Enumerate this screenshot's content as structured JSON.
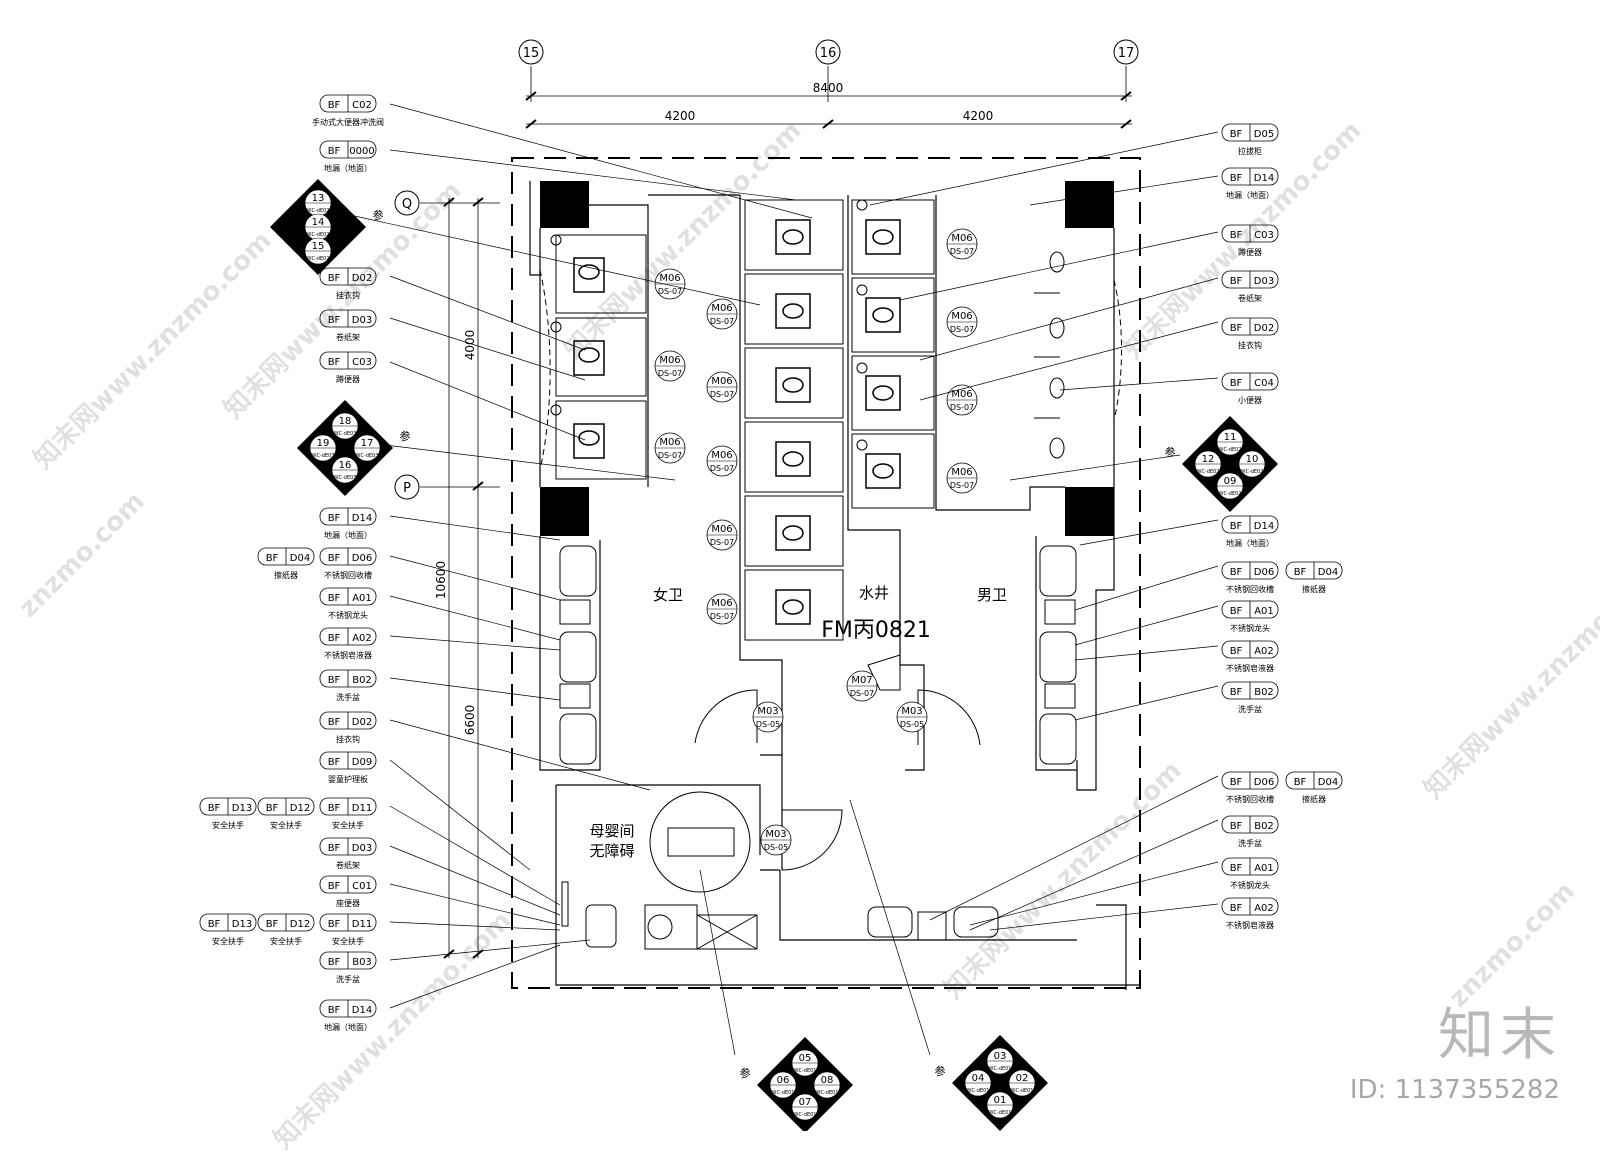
{
  "grid": {
    "axes": [
      "15",
      "16",
      "17"
    ],
    "rows": [
      "Q",
      "P"
    ],
    "dim_total": "8400",
    "dim_left": "4200",
    "dim_right": "4200",
    "dim_v_upper": "4000",
    "dim_v_lower": "6600",
    "dim_v_total": "10600"
  },
  "rooms": {
    "women": "女卫",
    "men": "男卫",
    "shaft": "水井",
    "mother_line1": "母婴间",
    "mother_line2": "无障碍",
    "door_code": "FM丙0821"
  },
  "door_marks": {
    "m06": "M06",
    "ds07": "DS-07",
    "m07": "M07",
    "m03": "M03",
    "ds05": "DS-05"
  },
  "callout_prefix": "BF",
  "left_callouts": [
    {
      "code": "C02",
      "label": "手动式大便器冲洗阀"
    },
    {
      "code": "0000",
      "label": "地漏（地面）"
    },
    {
      "code": "D02",
      "label": "挂衣钩"
    },
    {
      "code": "D03",
      "label": "卷纸架"
    },
    {
      "code": "C03",
      "label": "蹲便器"
    },
    {
      "code": "D14",
      "label": "地漏（地面）"
    },
    {
      "code": "D06",
      "label": "不锈钢回收槽",
      "extra_code": "D04",
      "extra_label": "擦纸器"
    },
    {
      "code": "A01",
      "label": "不锈钢龙头"
    },
    {
      "code": "A02",
      "label": "不锈钢皂液器"
    },
    {
      "code": "B02",
      "label": "洗手盆"
    },
    {
      "code": "D02",
      "label": "挂衣钩"
    },
    {
      "code": "D09",
      "label": "婴童护理板"
    },
    {
      "code": "D11",
      "label": "安全扶手",
      "extra_codes": [
        "D13",
        "D12"
      ],
      "extra_labels": [
        "安全扶手",
        "安全扶手"
      ]
    },
    {
      "code": "D03",
      "label": "卷纸架"
    },
    {
      "code": "C01",
      "label": "座便器"
    },
    {
      "code": "D11",
      "label": "安全扶手",
      "extra_codes": [
        "D13",
        "D12"
      ],
      "extra_labels": [
        "安全扶手",
        "安全扶手"
      ]
    },
    {
      "code": "B03",
      "label": "洗手盆"
    },
    {
      "code": "D14",
      "label": "地漏（地面）"
    }
  ],
  "right_callouts": [
    {
      "code": "D05",
      "label": "拉拔柜"
    },
    {
      "code": "D14",
      "label": "地漏（地面）"
    },
    {
      "code": "C03",
      "label": "蹲便器"
    },
    {
      "code": "D03",
      "label": "卷纸架"
    },
    {
      "code": "D02",
      "label": "挂衣钩"
    },
    {
      "code": "C04",
      "label": "小便器"
    },
    {
      "code": "D14",
      "label": "地漏（地面）"
    },
    {
      "code": "D06",
      "label": "不锈钢回收槽",
      "extra_code": "D04",
      "extra_label": "擦纸器"
    },
    {
      "code": "A01",
      "label": "不锈钢龙头"
    },
    {
      "code": "A02",
      "label": "不锈钢皂液器"
    },
    {
      "code": "B02",
      "label": "洗手盆"
    },
    {
      "code": "D06",
      "label": "不锈钢回收槽",
      "extra_code": "D04",
      "extra_label": "擦纸器"
    },
    {
      "code": "B02",
      "label": "洗手盆"
    },
    {
      "code": "A01",
      "label": "不锈钢龙头"
    },
    {
      "code": "A02",
      "label": "不锈钢皂液器"
    }
  ],
  "index_marks": [
    {
      "numbers": [
        "13",
        "14",
        "15"
      ],
      "ref": "WC-dE02",
      "note": "参"
    },
    {
      "numbers": [
        "18",
        "19",
        "17",
        "16"
      ],
      "ref": "WC-dE03",
      "note": "参"
    },
    {
      "numbers": [
        "11",
        "12",
        "10",
        "09"
      ],
      "ref": "WC-dE02",
      "note": "参"
    },
    {
      "numbers": [
        "05",
        "06",
        "08",
        "07"
      ],
      "ref": "WC-dE01",
      "note": "参"
    },
    {
      "numbers": [
        "03",
        "04",
        "02",
        "01"
      ],
      "ref": "WC-dE01",
      "note": "参"
    }
  ],
  "watermark": {
    "site": "znzmo.com",
    "cn": "知末网www.znzmo.com",
    "brand": "知末",
    "id": "ID: 1137355282"
  }
}
